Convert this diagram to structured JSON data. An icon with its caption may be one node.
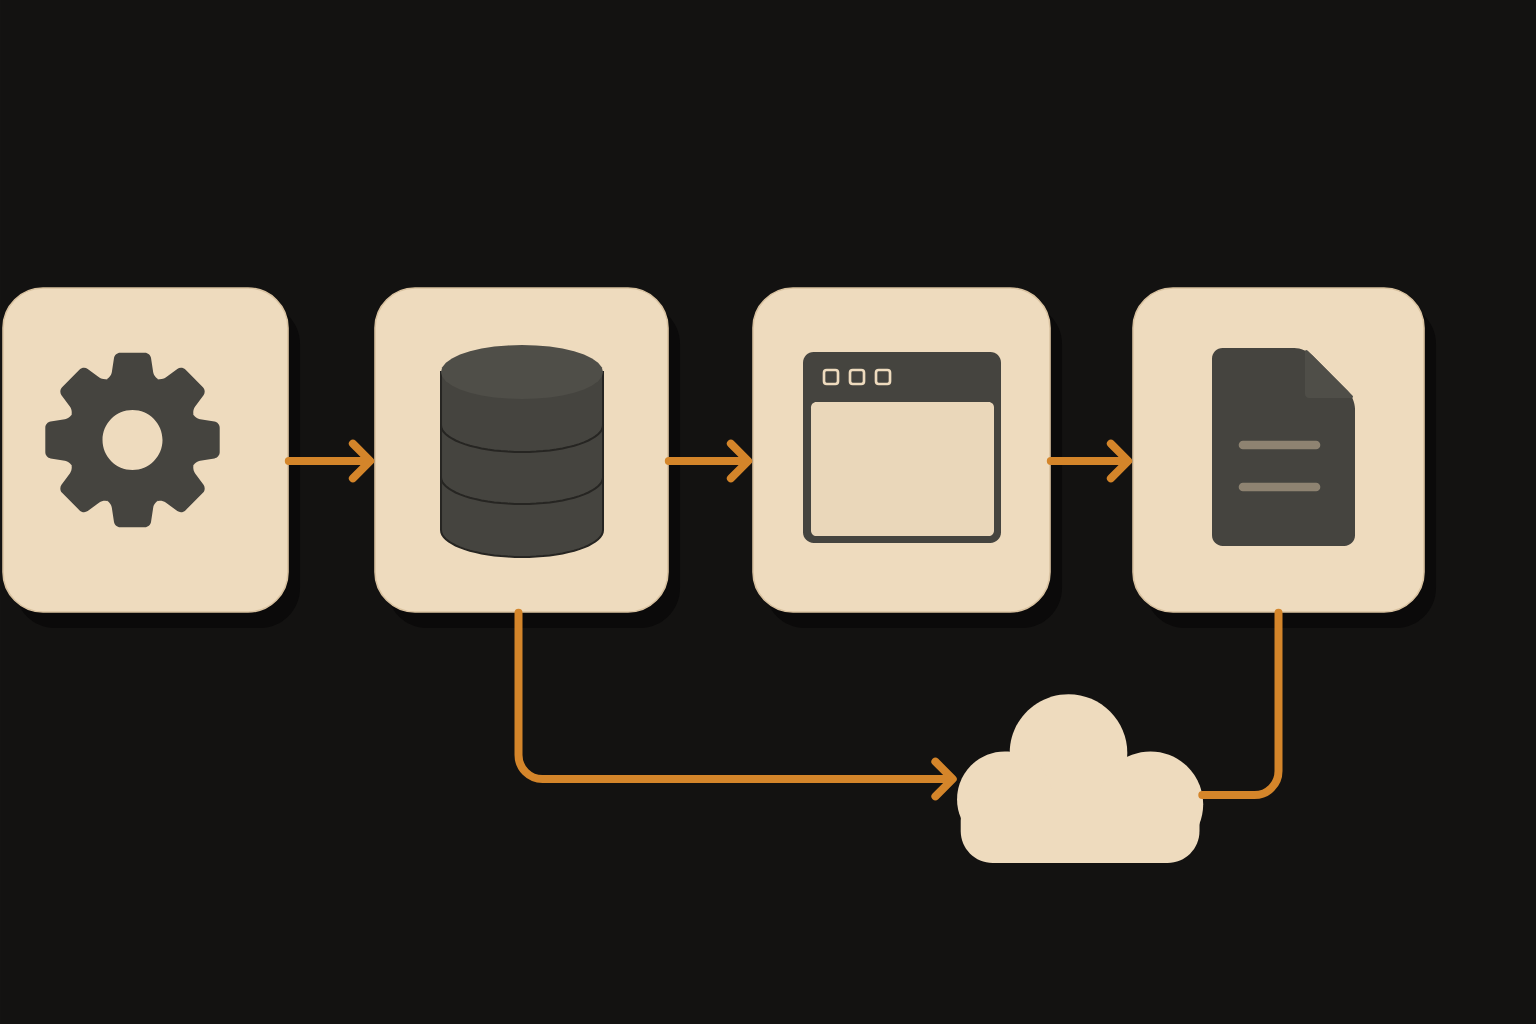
{
  "diagram": {
    "nodes": [
      {
        "text": [],
        "shape": "box"
      },
      {
        "text": [],
        "shape": "box"
      },
      {
        "text": [],
        "shape": "box"
      },
      {
        "text": [],
        "shape": "box"
      },
      {
        "text": [],
        "shape": "cloud"
      }
    ],
    "edges": [
      {
        "from": 0,
        "to": 1,
        "arrow": "to"
      },
      {
        "from": 1,
        "to": 2,
        "arrow": "to"
      },
      {
        "from": 2,
        "to": 3,
        "arrow": "to"
      },
      {
        "from": 1,
        "to": 4,
        "arrow": "to"
      },
      {
        "from": 3,
        "to": 4,
        "arrow": "none"
      }
    ]
  }
}
